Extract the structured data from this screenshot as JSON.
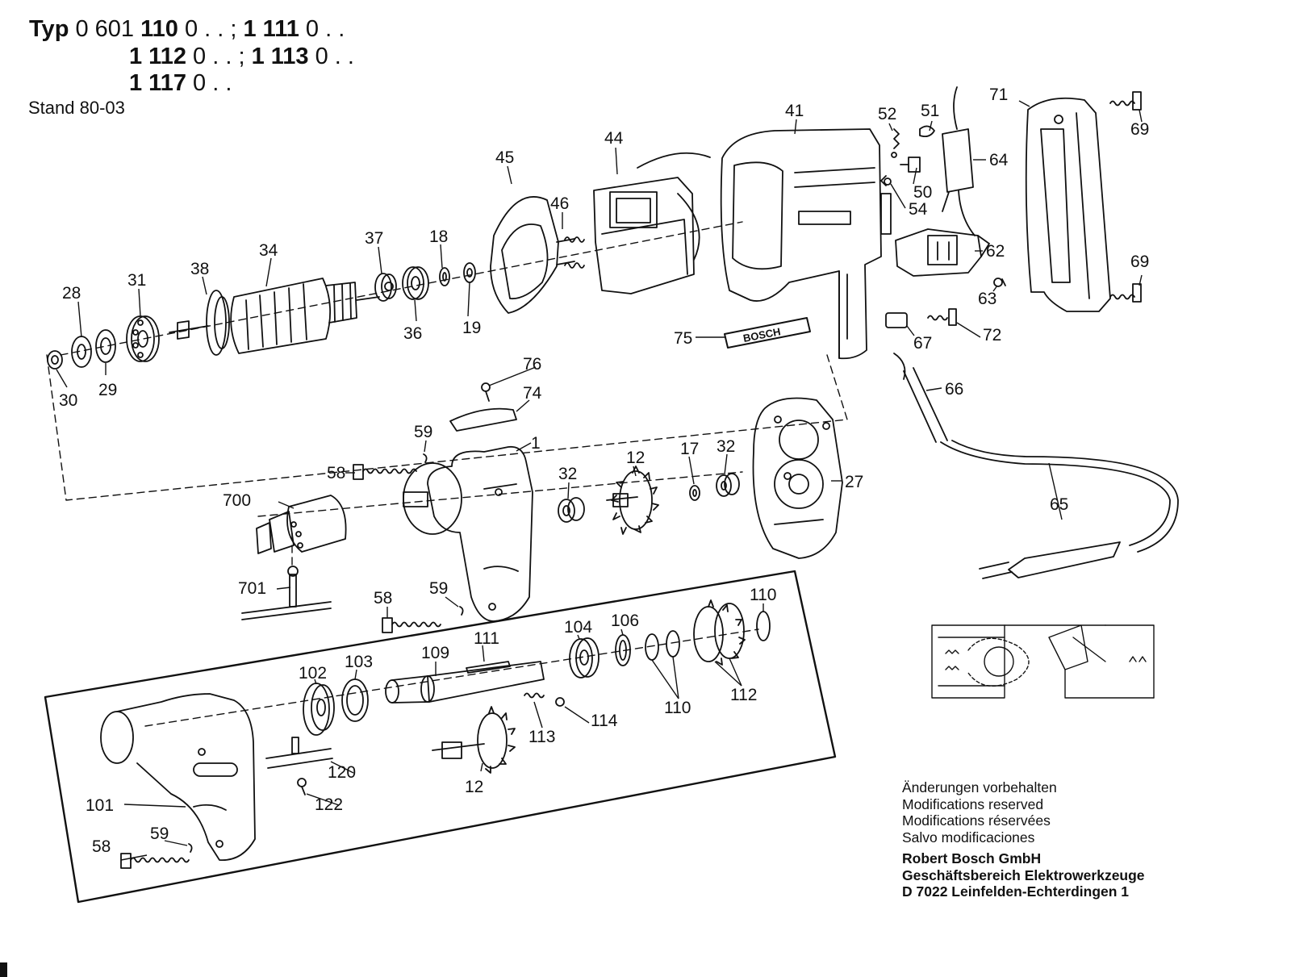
{
  "header": {
    "typ_word": "Typ",
    "line1_parts": [
      " 0 601 ",
      "110",
      " 0 . . ; ",
      "1 111",
      " 0 . ."
    ],
    "line2_parts": [
      "1 112",
      " 0 . . ; ",
      "1 113",
      " 0 . ."
    ],
    "line3_parts": [
      "1 117",
      " 0 . ."
    ],
    "stand": "Stand 80-03"
  },
  "nameplate": "BOSCH",
  "part_labels": [
    "1",
    "12",
    "12",
    "17",
    "18",
    "19",
    "27",
    "28",
    "29",
    "30",
    "31",
    "32",
    "32",
    "34",
    "36",
    "37",
    "38",
    "41",
    "44",
    "45",
    "46",
    "50",
    "51",
    "52",
    "54",
    "58",
    "58",
    "58",
    "59",
    "59",
    "59",
    "62",
    "63",
    "64",
    "65",
    "66",
    "67",
    "69",
    "69",
    "71",
    "72",
    "74",
    "75",
    "76",
    "101",
    "102",
    "103",
    "104",
    "106",
    "109",
    "110",
    "110",
    "111",
    "112",
    "113",
    "114",
    "120",
    "122",
    "700",
    "701"
  ],
  "notes": {
    "lines": [
      "Änderungen vorbehalten",
      "Modifications reserved",
      "Modifications réservées",
      "Salvo modificaciones"
    ],
    "company": [
      "Robert Bosch GmbH",
      "Geschäftsbereich Elektrowerkzeuge",
      "D 7022 Leinfelden-Echterdingen 1"
    ]
  }
}
